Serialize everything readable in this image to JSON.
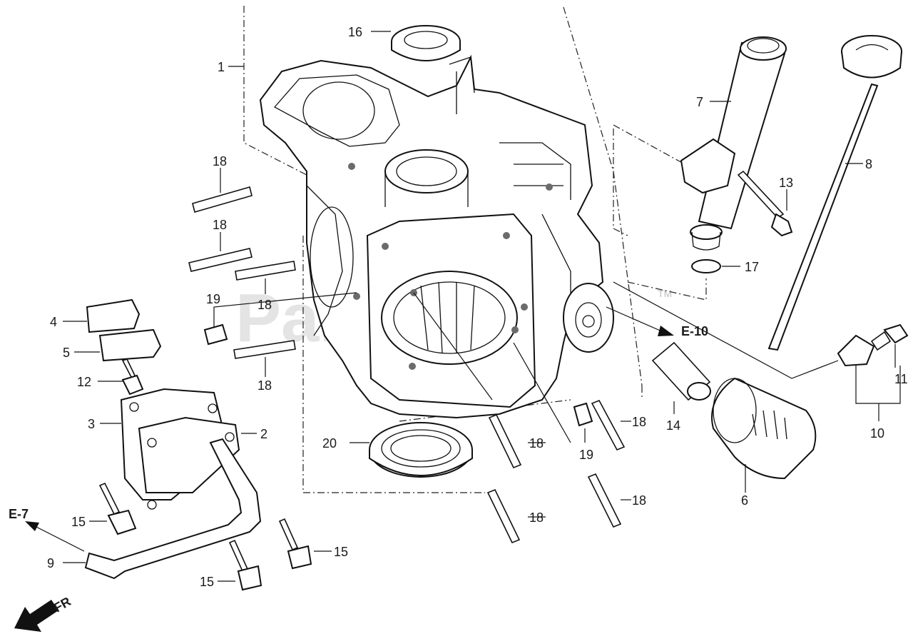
{
  "watermark": {
    "text": "PartsTree",
    "tm": "TM"
  },
  "refs": {
    "e10": "E-10",
    "e7": "E-7",
    "fr": "FR"
  },
  "callouts": [
    {
      "id": "c1",
      "text": "1"
    },
    {
      "id": "c16",
      "text": "16"
    },
    {
      "id": "c7",
      "text": "7"
    },
    {
      "id": "c8",
      "text": "8"
    },
    {
      "id": "c13",
      "text": "13"
    },
    {
      "id": "c17",
      "text": "17"
    },
    {
      "id": "c18a",
      "text": "18"
    },
    {
      "id": "c18b",
      "text": "18"
    },
    {
      "id": "c18c",
      "text": "18"
    },
    {
      "id": "c18d",
      "text": "18"
    },
    {
      "id": "c18e",
      "text": "18"
    },
    {
      "id": "c18f",
      "text": "18"
    },
    {
      "id": "c18g",
      "text": "18"
    },
    {
      "id": "c18h",
      "text": "18"
    },
    {
      "id": "c19a",
      "text": "19"
    },
    {
      "id": "c19b",
      "text": "19"
    },
    {
      "id": "c4",
      "text": "4"
    },
    {
      "id": "c5",
      "text": "5"
    },
    {
      "id": "c12",
      "text": "12"
    },
    {
      "id": "c3",
      "text": "3"
    },
    {
      "id": "c2",
      "text": "2"
    },
    {
      "id": "c20",
      "text": "20"
    },
    {
      "id": "c14",
      "text": "14"
    },
    {
      "id": "c11",
      "text": "11"
    },
    {
      "id": "c10",
      "text": "10"
    },
    {
      "id": "c6",
      "text": "6"
    },
    {
      "id": "c15a",
      "text": "15"
    },
    {
      "id": "c15b",
      "text": "15"
    },
    {
      "id": "c15c",
      "text": "15"
    },
    {
      "id": "c9",
      "text": "9"
    }
  ]
}
